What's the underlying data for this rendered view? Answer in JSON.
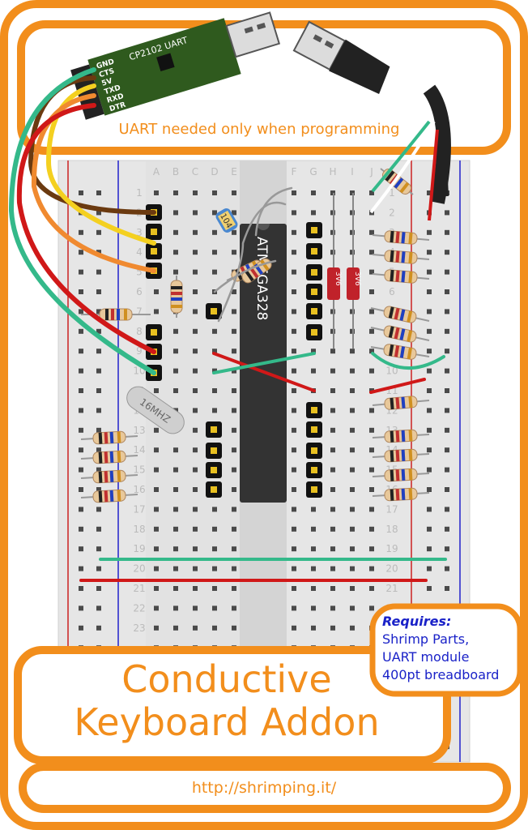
{
  "uart_module": {
    "name": "CP2102 UART",
    "pins": [
      "GND",
      "CTS",
      "5V",
      "TXD",
      "RXD",
      "DTR"
    ]
  },
  "uart_note": "UART needed only when programming",
  "breadboard": {
    "columns_left": [
      "A",
      "B",
      "C",
      "D",
      "E"
    ],
    "columns_right": [
      "F",
      "G",
      "H",
      "I",
      "J"
    ],
    "rows": [
      "1",
      "2",
      "3",
      "4",
      "5",
      "6",
      "7",
      "8",
      "9",
      "10",
      "11",
      "12",
      "13",
      "14",
      "15",
      "16",
      "17",
      "18",
      "19",
      "20",
      "21",
      "22",
      "23"
    ]
  },
  "components": {
    "chip": "ATMEGA328",
    "crystal": "16MHZ",
    "capacitor": "104",
    "diode_a": "3V6",
    "diode_b": "3V6"
  },
  "title_line1": "Conductive",
  "title_line2": "Keyboard Addon",
  "requires": {
    "heading": "Requires:",
    "items": [
      "Shrimp Parts,",
      "UART module",
      "400pt breadboard"
    ]
  },
  "url": "http://shrimping.it/",
  "colors": {
    "frame": "#f28e1c",
    "breadboard": "#e6e6e6",
    "chip": "#333333",
    "wire_green": "#34b98a",
    "wire_red": "#d01818",
    "wire_brown": "#6b3a10",
    "wire_yellow": "#f4d020",
    "wire_orange": "#f08a30",
    "uart_board": "#2f5a1e",
    "requires_text": "#1a22c8"
  }
}
